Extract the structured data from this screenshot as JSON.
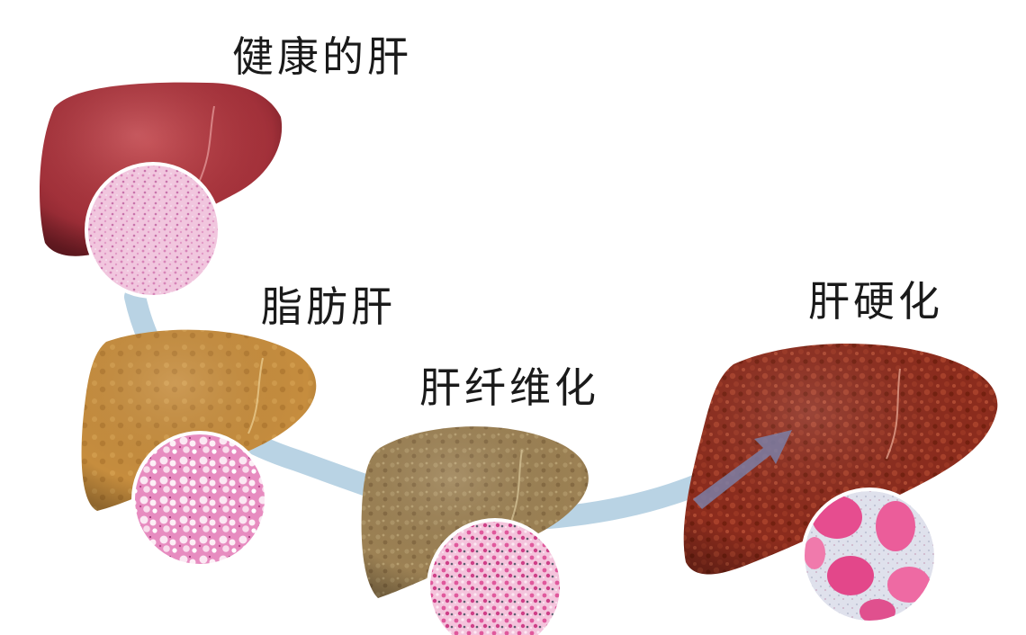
{
  "stages": {
    "healthy": {
      "label": "健康的肝",
      "liver_color": "#a83238",
      "tissue": "fine-pink"
    },
    "fatty": {
      "label": "脂肪肝",
      "liver_color": "#c48a3c",
      "tissue": "fat-vacuoles"
    },
    "fibrosis": {
      "label": "肝纤维化",
      "liver_color": "#9a7f52",
      "tissue": "mottled-pink"
    },
    "cirrhosis": {
      "label": "肝硬化",
      "liver_color": "#8b2a1c",
      "tissue": "pink-nodules"
    }
  },
  "connector_color": "#b9d3e4",
  "arrow_color": "#7b7fa6",
  "icons": {
    "progression": "arrow-icon"
  }
}
